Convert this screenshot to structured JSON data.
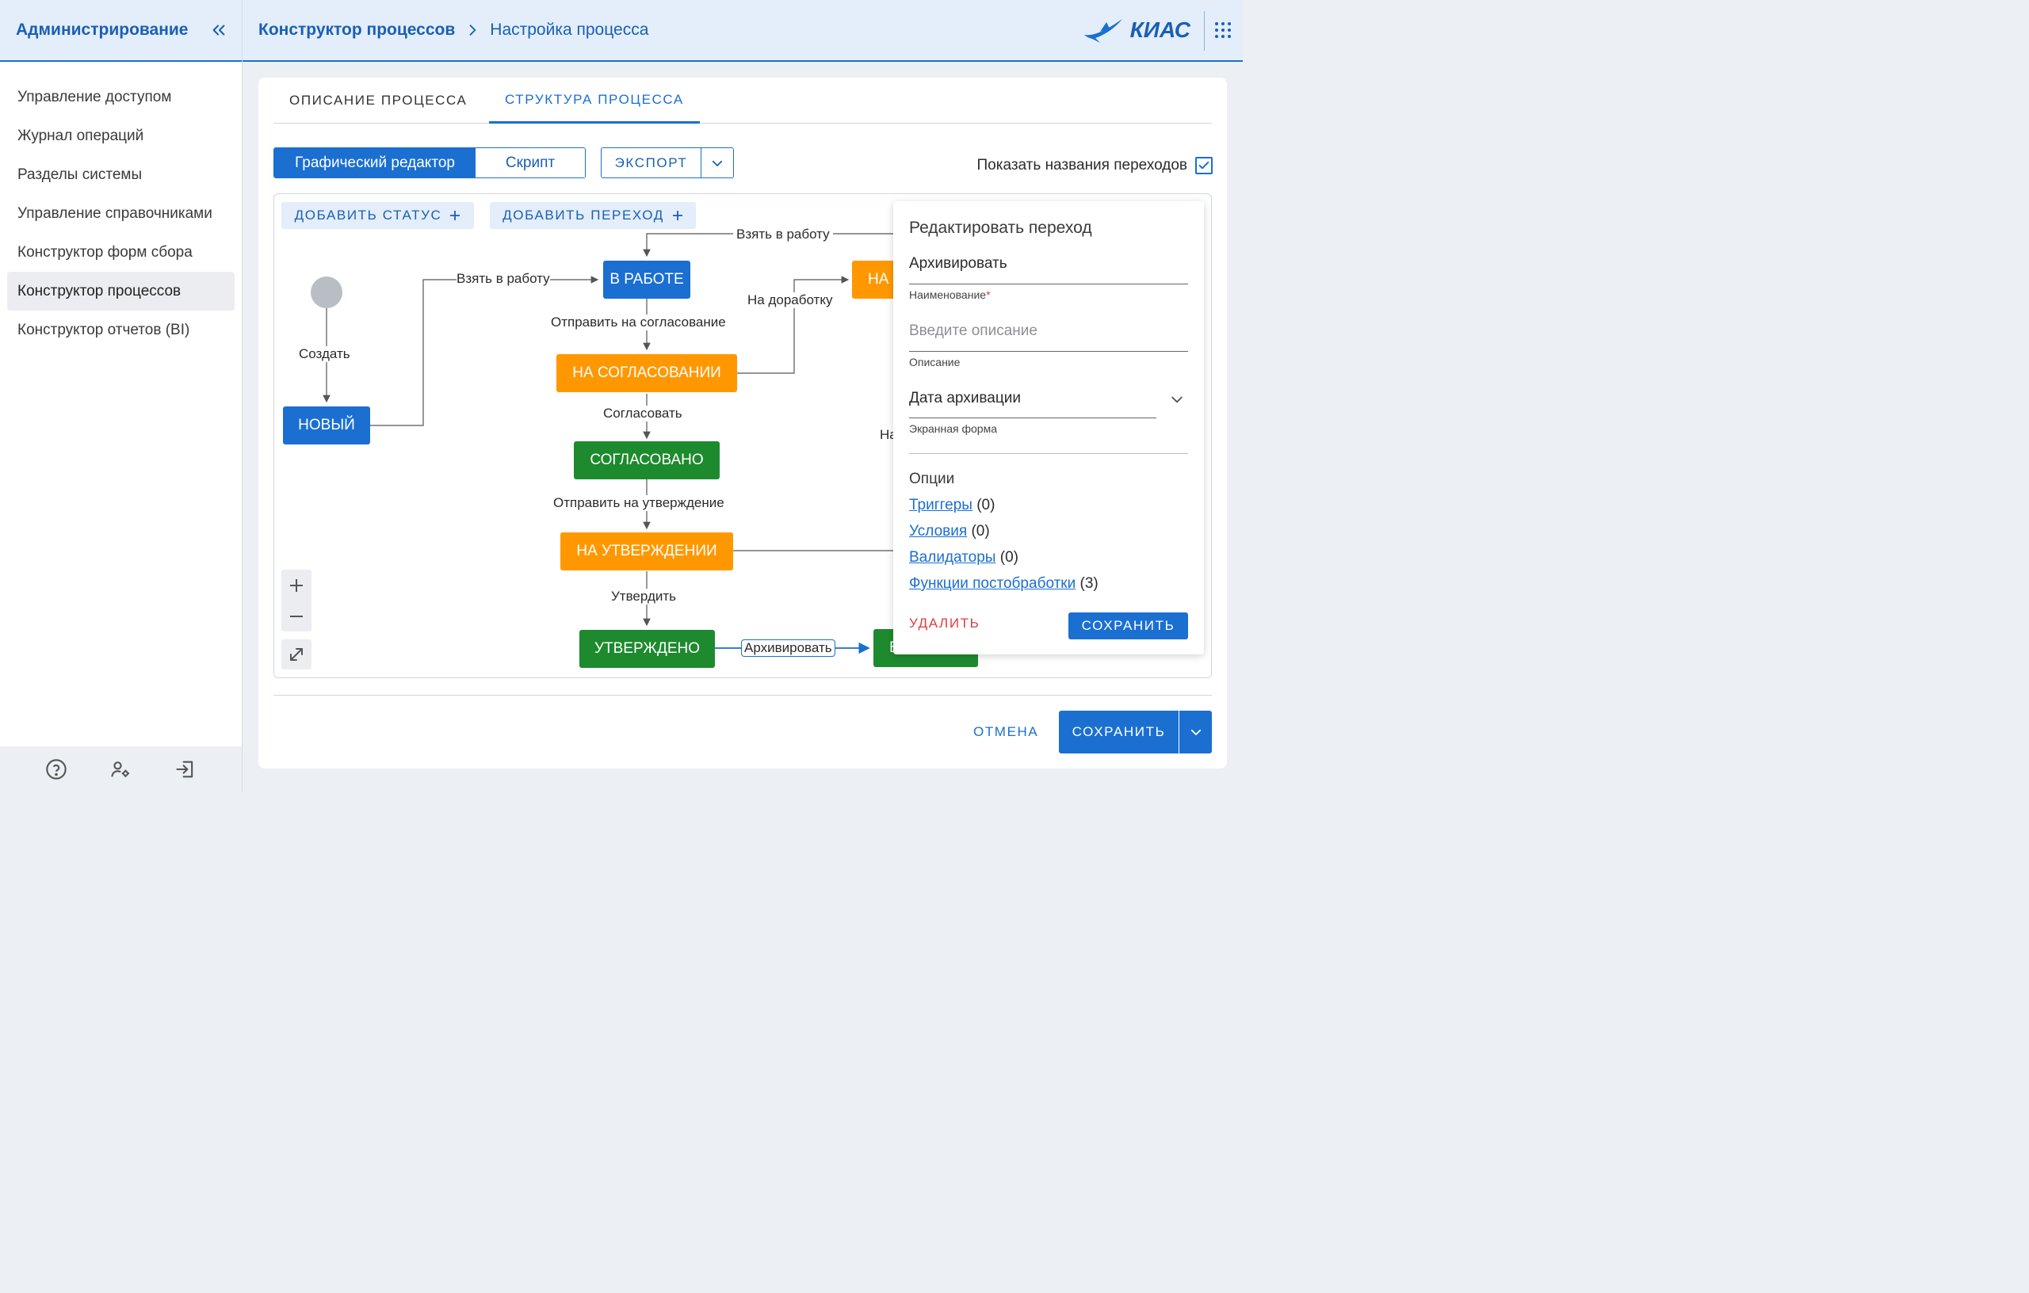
{
  "sidebar": {
    "title": "Администрирование",
    "items": [
      {
        "label": "Управление доступом"
      },
      {
        "label": "Журнал операций"
      },
      {
        "label": "Разделы системы"
      },
      {
        "label": "Управление справочниками"
      },
      {
        "label": "Конструктор форм сбора"
      },
      {
        "label": "Конструктор процессов",
        "active": true
      },
      {
        "label": "Конструктор отчетов (BI)"
      }
    ],
    "footer_icons": [
      "help-icon",
      "user-settings-icon",
      "logout-icon"
    ]
  },
  "header": {
    "breadcrumb": [
      "Конструктор процессов",
      "Настройка процесса"
    ],
    "logo_text": "КИАС"
  },
  "tabs": [
    {
      "label": "ОПИСАНИЕ ПРОЦЕССА",
      "active": false
    },
    {
      "label": "СТРУКТУРА ПРОЦЕССА",
      "active": true
    }
  ],
  "toolbar": {
    "mode_graphic": "Графический редактор",
    "mode_script": "Скрипт",
    "export_label": "ЭКСПОРТ",
    "show_names_label": "Показать названия переходов",
    "show_names_checked": true
  },
  "canvas": {
    "add_status": "ДОБАВИТЬ СТАТУС",
    "add_transition": "ДОБАВИТЬ ПЕРЕХОД",
    "nodes": {
      "new": "НОВЫЙ",
      "in_work": "В РАБОТЕ",
      "on_approval": "НА СОГЛАСОВАНИИ",
      "agreed": "СОГЛАСОВАНО",
      "on_confirmation": "НА УТВЕРЖДЕНИИ",
      "confirmed": "УТВЕРЖДЕНО",
      "partial_na": "НА",
      "partial_b": "Б"
    },
    "edges": {
      "create": "Создать",
      "take_to_work_1": "Взять в работу",
      "take_to_work_2": "Взять в работу",
      "send_approval": "Отправить на согласование",
      "rework": "На доработку",
      "agree": "Согласовать",
      "send_confirm": "Отправить на утверждение",
      "confirm": "Утвердить",
      "archive": "Архивировать",
      "partial_na": "На"
    },
    "colors": {
      "status_blue": "#1a6fd1",
      "status_orange": "#ff9800",
      "status_green": "#1e8a2e"
    }
  },
  "edit_panel": {
    "title": "Редактировать переход",
    "name_value": "Архивировать",
    "name_caption": "Наименование",
    "description_placeholder": "Введите описание",
    "description_caption": "Описание",
    "form_value": "Дата архивации",
    "form_caption": "Экранная форма",
    "options_title": "Опции",
    "options": [
      {
        "label": "Триггеры",
        "count": "(0)"
      },
      {
        "label": "Условия",
        "count": "(0)"
      },
      {
        "label": "Валидаторы",
        "count": "(0)"
      },
      {
        "label": "Функции постобработки",
        "count": "(3)"
      }
    ],
    "delete_label": "УДАЛИТЬ",
    "save_label": "СОХРАНИТЬ"
  },
  "footer": {
    "cancel_label": "ОТМЕНА",
    "save_label": "СОХРАНИТЬ"
  }
}
